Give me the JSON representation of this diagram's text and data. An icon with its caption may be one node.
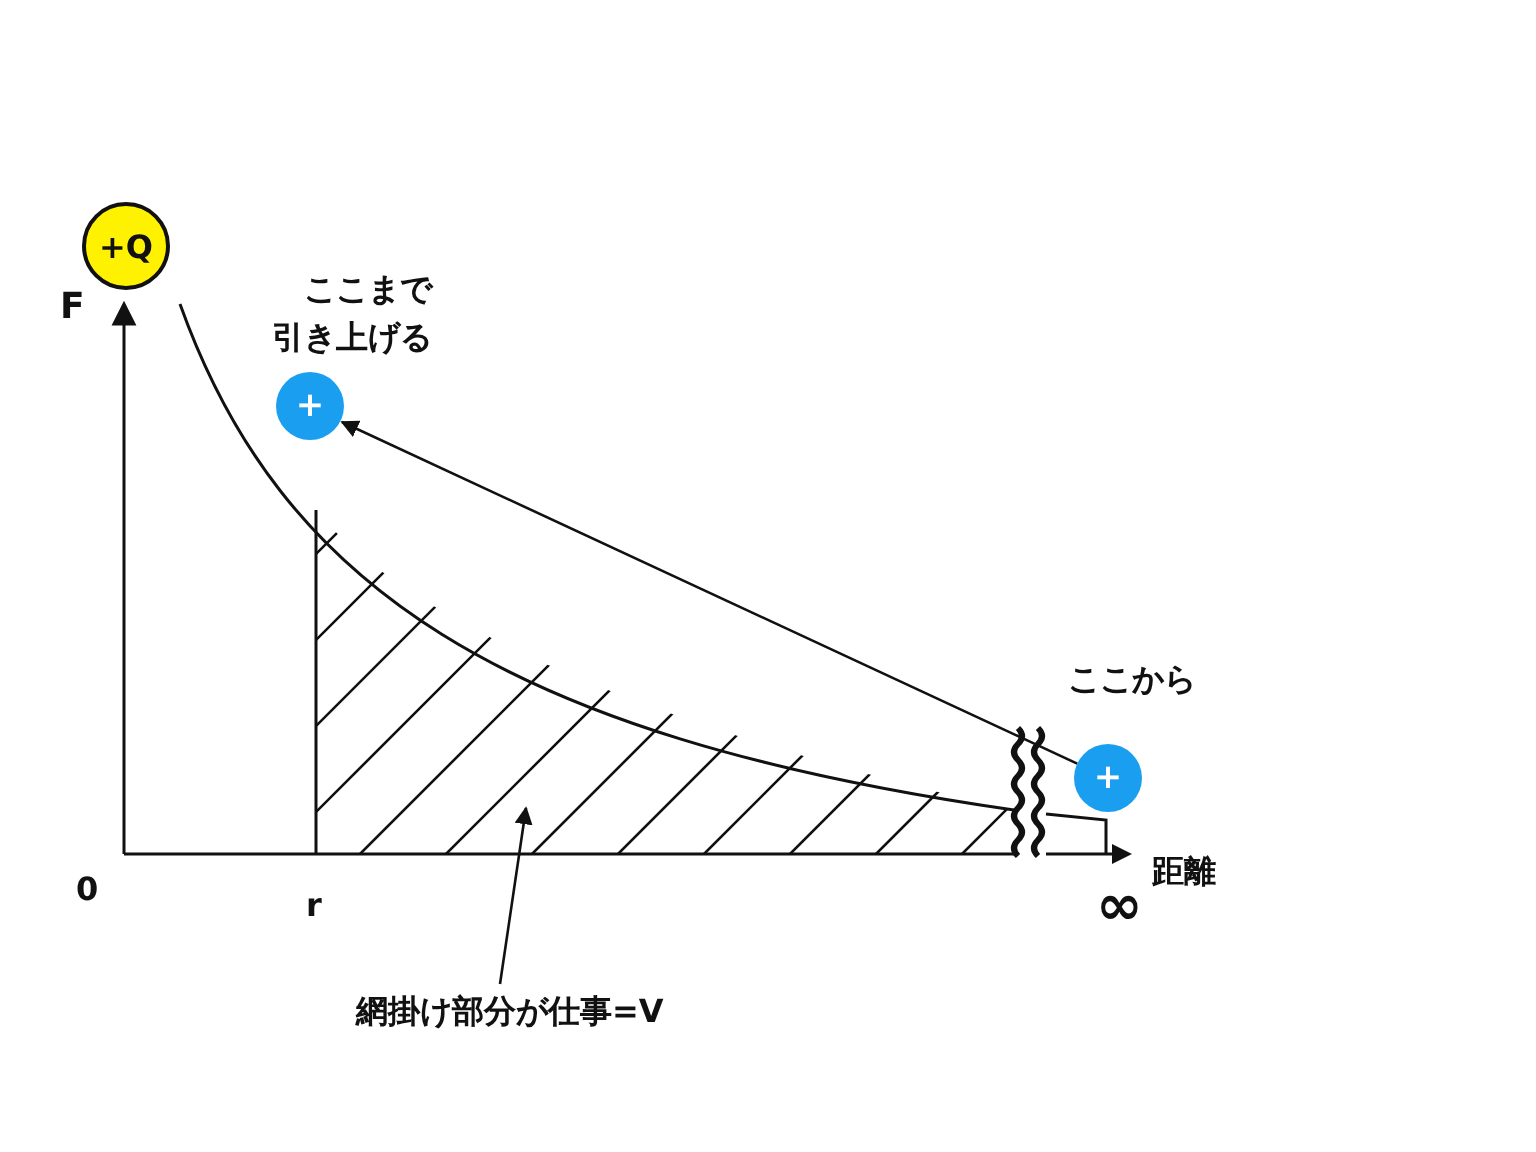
{
  "diagram": {
    "nodes": [
      {
        "text": [
          "+Q"
        ]
      },
      {
        "text": [
          "+"
        ],
        "beside": [
          "ここまで引き上げる"
        ]
      },
      {
        "text": [
          "+"
        ],
        "beside": [
          "ここから"
        ]
      },
      {
        "text": [
          "網掛け部分が仕事=V"
        ]
      }
    ],
    "edges": [
      {
        "from": 2,
        "to": 1,
        "arrow": "to"
      },
      {
        "from": 3,
        "to": null,
        "arrow": "to"
      }
    ],
    "labels": [
      "F",
      "0",
      "r",
      "距離",
      "∞"
    ]
  }
}
